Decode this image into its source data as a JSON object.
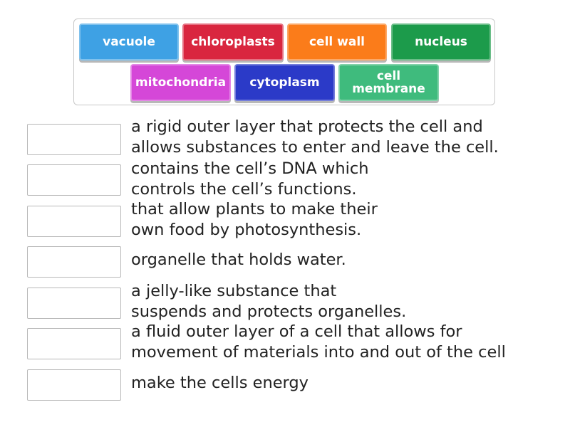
{
  "tiles": [
    {
      "label": "vacuole",
      "color": "#3ea1e4"
    },
    {
      "label": "chloroplasts",
      "color": "#d9263f"
    },
    {
      "label": "cell wall",
      "color": "#fb7c1a"
    },
    {
      "label": "nucleus",
      "color": "#1c9b4b"
    },
    {
      "label": "mitochondria",
      "color": "#d547d8"
    },
    {
      "label": "cytoplasm",
      "color": "#2b3ac8"
    },
    {
      "label_line1": "cell",
      "label_line2": "membrane",
      "color": "#3fbb7d"
    }
  ],
  "prompts": [
    {
      "line1": "a rigid outer layer that protects the cell and",
      "line2": "allows substances to enter and leave the cell."
    },
    {
      "line1": "contains the cell’s DNA which",
      "line2": "controls the cell’s functions."
    },
    {
      "line1": "that allow plants to make their",
      "line2": "own food by photosynthesis."
    },
    {
      "line1": "organelle that holds water."
    },
    {
      "line1": "a jelly-like substance that",
      "line2": "suspends and protects organelles."
    },
    {
      "line1": "a fluid outer layer of a cell that allows for",
      "line2": "movement of materials into and out of the cell"
    },
    {
      "line1": "make the cells energy"
    }
  ]
}
